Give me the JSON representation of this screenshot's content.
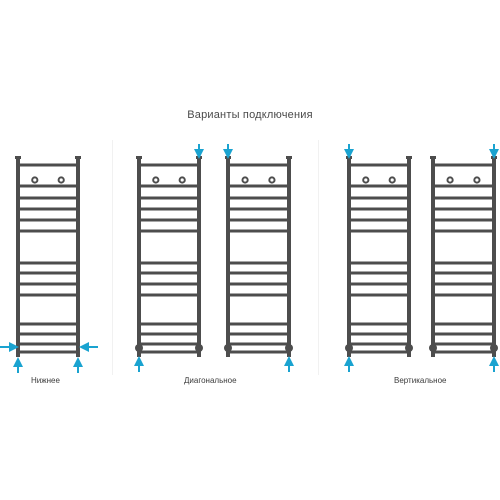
{
  "title": "Варианты подключения",
  "groups": [
    {
      "caption": "Нижнее"
    },
    {
      "caption": "Диагональное"
    },
    {
      "caption": "Вертикальное"
    }
  ],
  "colors": {
    "rail": "#4d4d4d",
    "arrow": "#1aa3d0",
    "background": "#ffffff",
    "text": "#4a4a4a"
  },
  "icons": {
    "inlet_arrow": "arrow-icon",
    "towel_rail": "towel-rail-icon"
  }
}
